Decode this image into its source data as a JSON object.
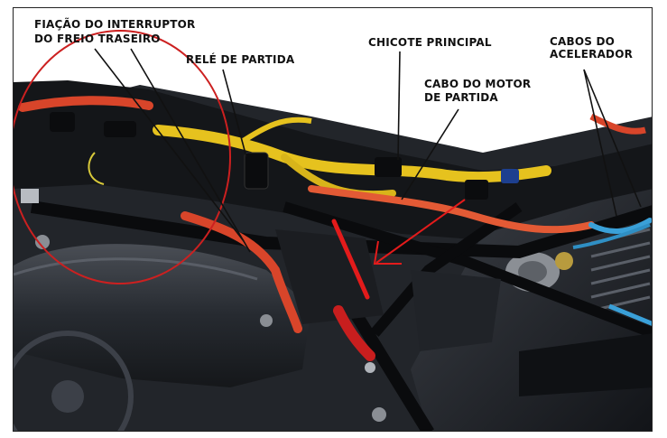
{
  "labels": {
    "rear_brake_wiring_line1": "FIAÇÃO DO INTERRUPTOR",
    "rear_brake_wiring_line2": "DO FREIO TRASEIRO",
    "starter_relay": "RELÉ DE PARTIDA",
    "main_harness": "CHICOTE PRINCIPAL",
    "starter_motor_cable_line1": "CABO DO MOTOR",
    "starter_motor_cable_line2": "DE PARTIDA",
    "throttle_cables_line1": "CABOS DO",
    "throttle_cables_line2": "ACELERADOR"
  },
  "colors": {
    "frame": "#0d0d0f",
    "harness_tape": "#e6c21e",
    "cable_sleeve": "#d8452a",
    "throttle_cable": "#3aa0d8",
    "highlight_circle": "#cc2020",
    "pointer_arrow": "#e31b1b"
  }
}
